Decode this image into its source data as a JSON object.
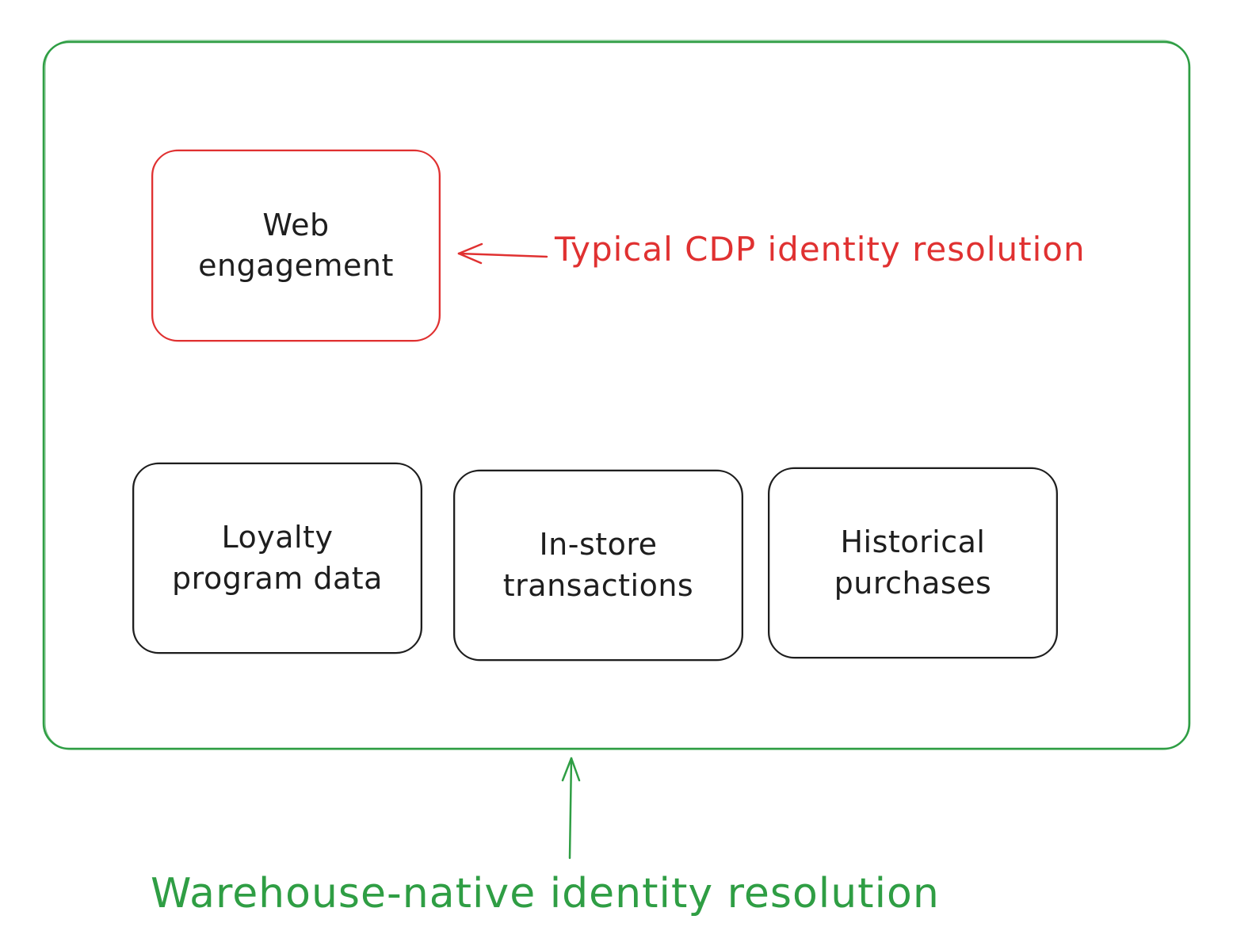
{
  "diagram": {
    "colors": {
      "outer_border": "#2f9e44",
      "highlight_border": "#e03131",
      "box_border": "#1e1e1e",
      "text": "#1e1e1e"
    },
    "outer_label": "Warehouse-native identity resolution",
    "highlight_label": "Typical CDP identity resolution",
    "boxes": {
      "web_engagement": "Web\nengagement",
      "loyalty": "Loyalty\nprogram data",
      "in_store": "In-store\ntransactions",
      "historical": "Historical\npurchases"
    }
  }
}
